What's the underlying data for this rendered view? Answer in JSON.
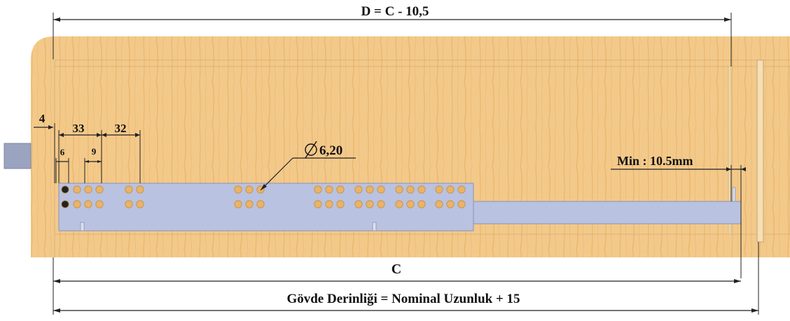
{
  "labels": {
    "top_dimension": "D = C - 10,5",
    "offset_4": "4",
    "spacing_33": "33",
    "spacing_32": "32",
    "hole_offset_6": "6",
    "hole_pitch_9": "9",
    "hole_diameter": "6,20",
    "min_clearance": "Min : 10.5mm",
    "c_dimension": "C",
    "body_depth": "Gövde Derinliği = Nominal Uzunluk + 15"
  },
  "colors": {
    "wood": "#f3c98a",
    "wood_grain": "#e7ae5f",
    "rail": "#b9c2e0",
    "rail_edge": "#8b93b5",
    "hole": "#e9b368",
    "mount_hole": "#222222",
    "stub": "#9aa3bf"
  }
}
